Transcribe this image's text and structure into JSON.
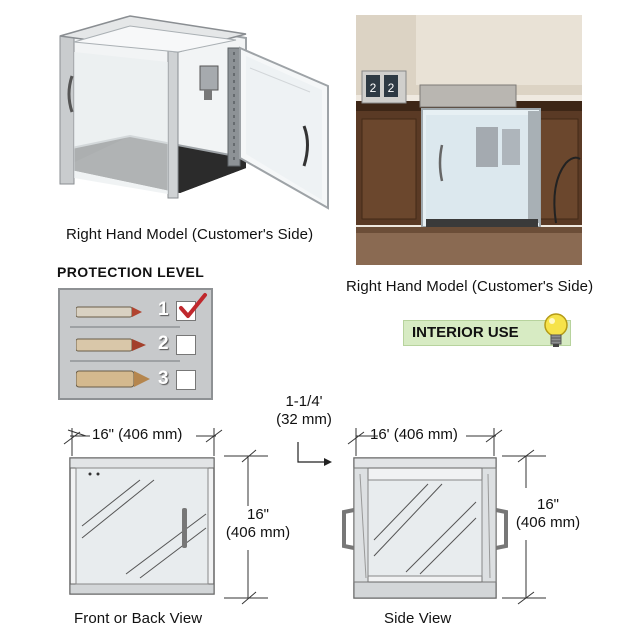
{
  "captions": {
    "left_photo": "Right Hand Model (Customer's Side)",
    "right_photo": "Right Hand Model (Customer's Side)"
  },
  "scene": {
    "monitor_numbers": [
      "2",
      "2"
    ]
  },
  "protection": {
    "title": "PROTECTION LEVEL",
    "levels": [
      {
        "number": "1",
        "checked": true
      },
      {
        "number": "2",
        "checked": false
      },
      {
        "number": "3",
        "checked": false
      }
    ],
    "check_color": "#c0282d"
  },
  "interior_badge": {
    "label": "INTERIOR USE",
    "icon": "lightbulb-icon",
    "background": "#d7ebc3"
  },
  "dimensions": {
    "offset_top": "1-1/4'",
    "offset_bottom": "(32 mm)",
    "front_width": "16\" (406 mm)",
    "front_height_top": "16\"",
    "front_height_bottom": "(406 mm)",
    "side_width": "16' (406 mm)",
    "side_height_top": "16\"",
    "side_height_bottom": "(406 mm)"
  },
  "views": {
    "front": "Front or Back View",
    "side": "Side View"
  }
}
